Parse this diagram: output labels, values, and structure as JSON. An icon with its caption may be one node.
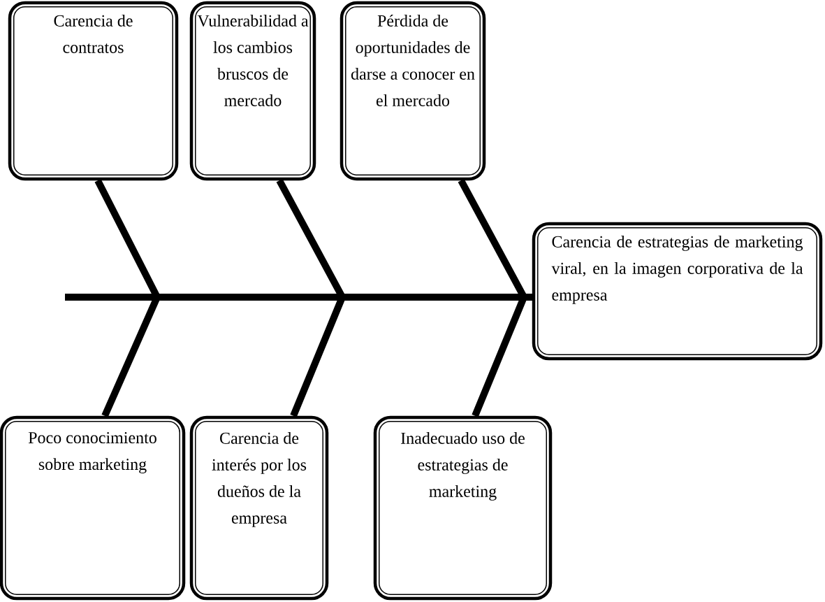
{
  "diagram": {
    "nodes": [
      {
        "text": [
          "Carencia de contratos"
        ]
      },
      {
        "text": [
          "Vulnerabilidad a los cambios bruscos de mercado"
        ]
      },
      {
        "text": [
          "Pérdida de oportunidades de darse a conocer en el mercado"
        ]
      },
      {
        "text": [
          "Carencia de estrategias de marketing viral, en la imagen corporativa de la empresa"
        ]
      },
      {
        "text": [
          "Poco conocimiento sobre marketing"
        ]
      },
      {
        "text": [
          "Carencia de interés por los dueños de la empresa"
        ]
      },
      {
        "text": [
          "Inadecuado uso de estrategias de marketing"
        ]
      }
    ],
    "edges": [
      {
        "from": 0,
        "to": 3,
        "arrow": "none"
      },
      {
        "from": 1,
        "to": 3,
        "arrow": "none"
      },
      {
        "from": 2,
        "to": 3,
        "arrow": "none"
      },
      {
        "from": 4,
        "to": 3,
        "arrow": "none"
      },
      {
        "from": 5,
        "to": 3,
        "arrow": "none"
      },
      {
        "from": 6,
        "to": 3,
        "arrow": "none"
      }
    ]
  }
}
